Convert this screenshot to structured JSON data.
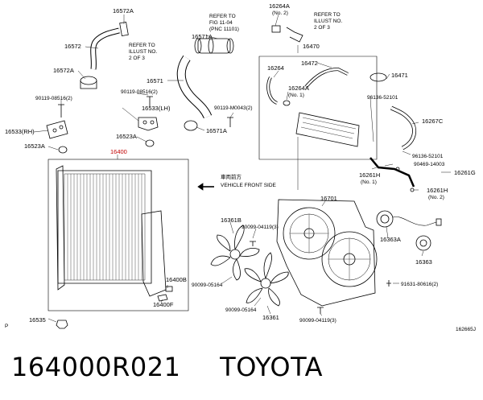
{
  "diagram": {
    "labels": {
      "p16572A_top": "16572A",
      "p16572": "16572",
      "refer_fig_a": "REFER TO",
      "refer_fig_b": "FIG 11-04",
      "refer_fig_c": "(PNC 11101)",
      "refer_left_a": "REFER TO",
      "refer_left_b": "ILLUST NO.",
      "refer_left_c": "2 OF 3",
      "p16572A_mid": "16572A",
      "p16571A_top": "16571A",
      "p16571": "16571",
      "p90119_08516": "90119-08516(2)",
      "p90119_08516_left": "90119-08516(2)",
      "p16533LH": "16533(LH)",
      "p16533RH": "16533(RH)",
      "p16523A_left": "16523A",
      "p16523A_mid": "16523A",
      "p90119_M0043": "90119-M0043(2)",
      "p16571A_bot": "16571A",
      "p16400_red": "16400",
      "vehicle_front_jp": "車両前方",
      "vehicle_front": "VEHICLE FRONT SIDE",
      "p16400B": "16400B",
      "p16400F": "16400F",
      "p16535": "16535",
      "p16264A_top": "16264A",
      "p16264A_top_q": "(No. 2)",
      "refer_right_a": "REFER TO",
      "refer_right_b": "ILLUST NO.",
      "refer_right_c": "2 OF 3",
      "p16470": "16470",
      "p16472": "16472",
      "p16264": "16264",
      "p16471": "16471",
      "p16264A_mid": "16264A",
      "p16264A_mid_q": "(No. 1)",
      "p96136_52101": "96136-52101",
      "p16267C": "16267C",
      "p96136_52101_b": "96136-52101",
      "p90469_14003": "90469-14003",
      "p16261H_1": "16261H",
      "p16261H_1_q": "(No. 1)",
      "p16261G": "16261G",
      "p16261H_2": "16261H",
      "p16261H_2_q": "(No. 2)",
      "p16701": "16701",
      "p16361B": "16361B",
      "p90099_04119_3": "90099-04119(3)",
      "p16363A": "16363A",
      "p16363": "16363",
      "p90099_05164_a": "90099-05164",
      "p90099_05164_b": "90099-05164",
      "p16361": "16361",
      "p90099_04119": "90099-04119(3)",
      "p91631_80616": "91631-80616(2)",
      "corner_p": "P",
      "diagram_code": "162665J"
    }
  },
  "footer": {
    "part_number": "164000R021",
    "brand": "TOYOTA"
  },
  "colors": {
    "highlight": "#c00000"
  }
}
